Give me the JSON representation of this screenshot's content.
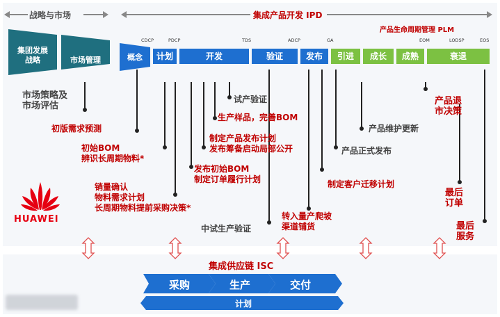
{
  "header": {
    "strategy": "战略与市场",
    "ipd": "集成产品开发 IPD",
    "plm": "产品生命周期管理 PLM"
  },
  "teal_blocks": [
    "集团发展\n战略",
    "市场管理"
  ],
  "phases_blue": [
    "概念",
    "计划",
    "开发",
    "验证",
    "发布"
  ],
  "phases_green": [
    "引进",
    "成长",
    "成熟",
    "衰退"
  ],
  "gates": [
    "CDCP",
    "PDCP",
    "TDS",
    "ADCP",
    "GA",
    "EOM",
    "LODSP",
    "EOS"
  ],
  "labels": {
    "market_eval": "市场策略及\n市场评估",
    "initial_demand": "初版需求预测",
    "initial_bom": "初始BOM\n辨识长周期物料*",
    "sales_confirm": "销量确认\n物料需求计划\n长周期物料提前采购决策*",
    "trial_verify": "试产验证",
    "prod_sample": "生产样品，完善BOM",
    "release_plan": "制定产品发布计划\n发布筹备启动局部公开",
    "publish_bom": "发布初始BOM\n制定订单履行计划",
    "pilot_verify": "中试生产验证",
    "maintain": "产品维护更新",
    "official_release": "产品正式发布",
    "migration": "制定客户迁移计划",
    "mass_prod": "转入量产爬坡\n渠道铺货",
    "exit_decision": "产品退\n市决策",
    "last_order": "最后\n订单",
    "last_service": "最后\n服务"
  },
  "logo_text": "HUAWEI",
  "isc": {
    "title": "集成供应链 ISC",
    "steps": [
      "采购",
      "生产",
      "交付"
    ],
    "plan": "计划"
  },
  "colors": {
    "teal": "#1f6f7f",
    "blue": "#1e6fd0",
    "green": "#7cc142",
    "red": "#c00000",
    "logo_red": "#e60012"
  }
}
